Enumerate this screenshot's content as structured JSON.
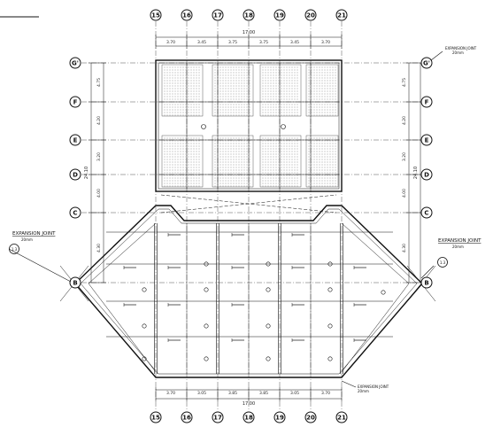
{
  "grid": {
    "top_bubbles": [
      "15",
      "16",
      "17",
      "18",
      "19",
      "20",
      "21"
    ],
    "bottom_bubbles": [
      "15",
      "16",
      "17",
      "18",
      "19",
      "20",
      "21"
    ],
    "left_bubbles": [
      "G'",
      "F",
      "E",
      "D",
      "C",
      "B"
    ],
    "right_bubbles": [
      "G'",
      "F",
      "E",
      "D",
      "C",
      "B"
    ]
  },
  "dimensions": {
    "top_total": "17.00",
    "top_segments": [
      "3.70",
      "3.45",
      "3.75",
      "3.75",
      "3.45",
      "3.70"
    ],
    "bottom_total": "17.00",
    "bottom_segments": [
      "3.70",
      "3.05",
      "3.85",
      "3.85",
      "3.05",
      "3.70"
    ],
    "left_segments": [
      "4.75",
      "4.20",
      "3.20",
      "4.00",
      "4.30"
    ],
    "left_total": "24.10",
    "right_segments": [
      "4.75",
      "4.20",
      "3.20",
      "4.00",
      "4.30"
    ],
    "right_total": "24.10"
  },
  "notes": {
    "expansion_top_right": {
      "line1": "EXPANSION JOINT",
      "line2": "20mm"
    },
    "expansion_left": {
      "line1": "EXPANSION JOINT",
      "line2": "20mm"
    },
    "expansion_right": {
      "line1": "EXPANSION JOINT",
      "line2": "20mm"
    },
    "expansion_bottom_right": {
      "line1": "EXPANSION JOINT",
      "line2": "20mm"
    },
    "left_tag": "1.3",
    "right_tag": "1.3"
  },
  "colors": {
    "line": "#111111",
    "grid": "#555555",
    "hatch": "#777777"
  }
}
